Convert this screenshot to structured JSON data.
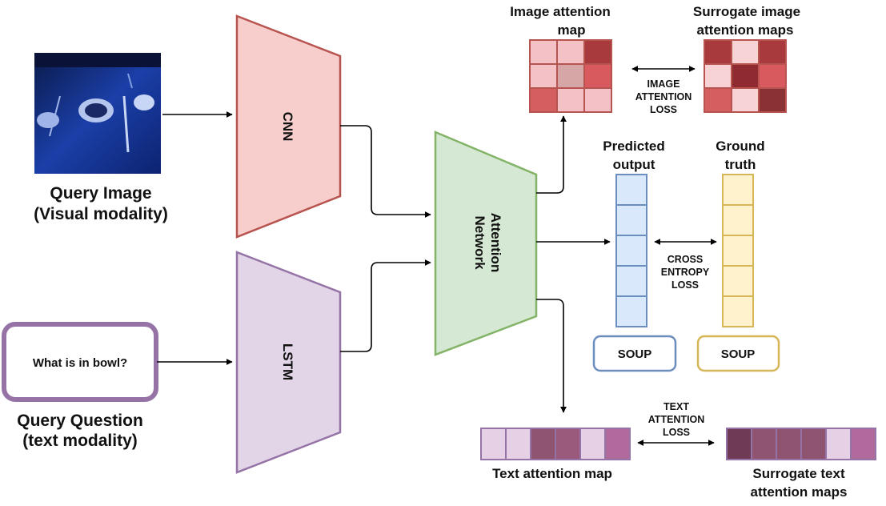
{
  "query_image": {
    "caption_line1": "Query Image",
    "caption_line2": "(Visual modality)"
  },
  "query_question": {
    "text": "What is in bowl?",
    "caption_line1": "Query Question",
    "caption_line2": "(text modality)"
  },
  "cnn": {
    "label": "CNN",
    "fill": "#f8cecc",
    "stroke": "#b85450"
  },
  "lstm": {
    "label": "LSTM",
    "fill": "#e1d5e7",
    "stroke": "#9673a6"
  },
  "attention_network": {
    "label_line1": "Attention",
    "label_line2": "Network",
    "fill": "#d5e8d4",
    "stroke": "#82b366"
  },
  "image_attention": {
    "title_line1": "Image attention",
    "title_line2": "map",
    "surrogate_title_line1": "Surrogate image",
    "surrogate_title_line2": "attention maps",
    "loss_line1": "IMAGE",
    "loss_line2": "ATTENTION",
    "loss_line3": "LOSS",
    "map_colors": [
      "#f4c2c6",
      "#f4c2c6",
      "#a83a3e",
      "#f4c2c6",
      "#d6a5a5",
      "#d85a5e",
      "#d35f60",
      "#f4c2c6",
      "#f4c2c6"
    ],
    "surrogate_colors": [
      "#a83a3e",
      "#f7d3d5",
      "#a83a3e",
      "#f7d3d5",
      "#8e2a30",
      "#d85a5e",
      "#d35f60",
      "#f7d3d5",
      "#8a3134"
    ]
  },
  "output": {
    "predicted_line1": "Predicted",
    "predicted_line2": "output",
    "ground_line1": "Ground",
    "ground_line2": "truth",
    "loss_line1": "CROSS",
    "loss_line2": "ENTROPY",
    "loss_line3": "LOSS",
    "predicted_soup": "SOUP",
    "ground_soup": "SOUP",
    "predicted_fill": "#dae8fc",
    "predicted_stroke": "#6c8ebf",
    "ground_fill": "#fff2cc",
    "ground_stroke": "#d6b656"
  },
  "text_attention": {
    "title": "Text attention map",
    "surrogate_title_line1": "Surrogate text",
    "surrogate_title_line2": "attention maps",
    "loss_line1": "TEXT",
    "loss_line2": "ATTENTION",
    "loss_line3": "LOSS",
    "map_colors": [
      "#e6d0e6",
      "#e6d0e6",
      "#8e5470",
      "#9a5a7c",
      "#e6d0e6",
      "#b06b9c"
    ],
    "surrogate_colors": [
      "#6e3a56",
      "#8e5470",
      "#8e5470",
      "#8e5470",
      "#e6d0e6",
      "#b06b9c"
    ]
  }
}
